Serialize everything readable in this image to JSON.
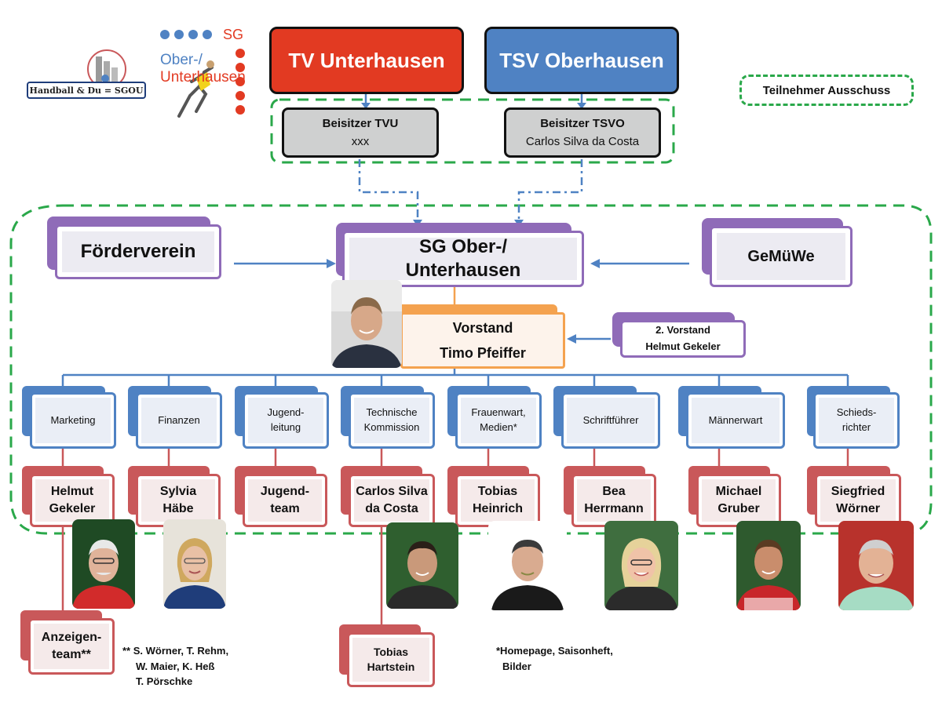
{
  "logos": {
    "sgou_text": "Handball & Du = SGOU",
    "sg_text": "SG",
    "sg_line1": "Ober-/",
    "sg_line2": "Unterhausen"
  },
  "clubs": {
    "tvu": "TV Unterhausen",
    "tsvo": "TSV Oberhausen"
  },
  "beisitzer": {
    "tvu_title": "Beisitzer TVU",
    "tvu_name": "xxx",
    "tsvo_title": "Beisitzer TSVO",
    "tsvo_name": "Carlos Silva da Costa"
  },
  "legend": "Teilnehmer Ausschuss",
  "center": {
    "foerderverein": "Förderverein",
    "sg_line1": "SG Ober-/",
    "sg_line2": "Unterhausen",
    "gemuewe": "GeMüWe"
  },
  "vorstand": {
    "title": "Vorstand",
    "name": "Timo Pfeiffer",
    "second_title": "2. Vorstand",
    "second_name": "Helmut Gekeler"
  },
  "departments": [
    {
      "line1": "Marketing",
      "line2": ""
    },
    {
      "line1": "Finanzen",
      "line2": ""
    },
    {
      "line1": "Jugend-",
      "line2": "leitung"
    },
    {
      "line1": "Technische",
      "line2": "Kommission"
    },
    {
      "line1": "Frauenwart,",
      "line2": "Medien*"
    },
    {
      "line1": "Schriftführer",
      "line2": ""
    },
    {
      "line1": "Männerwart",
      "line2": ""
    },
    {
      "line1": "Schieds-",
      "line2": "richter"
    }
  ],
  "persons": [
    {
      "line1": "Helmut",
      "line2": "Gekeler"
    },
    {
      "line1": "Sylvia",
      "line2": "Häbe"
    },
    {
      "line1": "Jugend-",
      "line2": "team"
    },
    {
      "line1": "Carlos Silva",
      "line2": "da Costa"
    },
    {
      "line1": "Tobias",
      "line2": "Heinrich"
    },
    {
      "line1": "Bea",
      "line2": "Herrmann"
    },
    {
      "line1": "Michael",
      "line2": "Gruber"
    },
    {
      "line1": "Siegfried",
      "line2": "Wörner"
    }
  ],
  "sub": {
    "anzeigen_line1": "Anzeigen-",
    "anzeigen_line2": "team**",
    "hartstein_line1": "Tobias",
    "hartstein_line2": "Hartstein"
  },
  "notes": {
    "anzeigen_1": "** S. Wörner, T. Rehm,",
    "anzeigen_2": "W. Maier, K. Heß",
    "anzeigen_3": "T. Pörschke",
    "medien_1": "*Homepage, Saisonheft,",
    "medien_2": "Bilder"
  },
  "colors": {
    "tvu": "#e23a22",
    "tsvo": "#4f82c3",
    "purple": "#8f6bb8",
    "orange": "#f4a24f",
    "blue": "#4f82c3",
    "red": "#c9585a",
    "dash_green": "#2aa84a"
  }
}
